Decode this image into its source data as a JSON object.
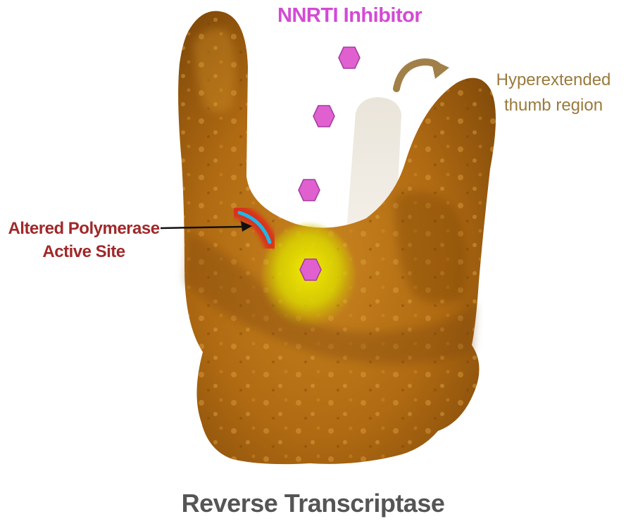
{
  "labels": {
    "inhibitor": "NNRTI Inhibitor",
    "thumb_line1": "Hyperextended",
    "thumb_line2": "thumb region",
    "active_site_line1": "Altered Polymerase",
    "active_site_line2": "Active Site",
    "enzyme": "Reverse Transcriptase"
  },
  "colors": {
    "inhibitor": "#d44ad4",
    "inhibitor_fill": "#e060d0",
    "thumb_label": "#9a7a3c",
    "active_site_label": "#a0282a",
    "active_site_loop": "#22b5e8",
    "active_site_glow": "#e0281e",
    "binding_pocket": "#ffff00",
    "enzyme_brown": "#b46f14",
    "enzyme_dark": "#7a4408",
    "thumb_ghost": "#e8e0d2",
    "title_gray": "#555555"
  },
  "icons": {
    "inhibitor_molecule": "hexagon",
    "thumb_motion": "curved-arrow"
  }
}
